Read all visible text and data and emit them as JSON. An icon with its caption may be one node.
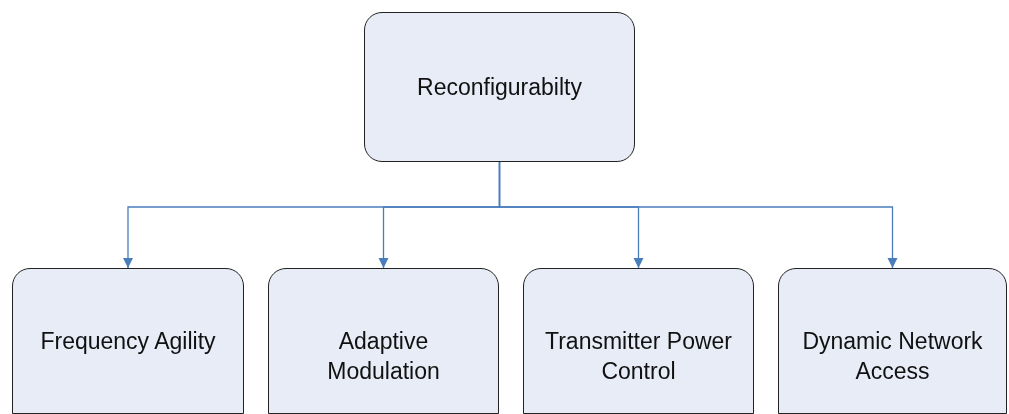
{
  "diagram": {
    "nodes": [
      {
        "text": [
          "Reconfigurabilty"
        ]
      },
      {
        "text": [
          "Frequency Agility"
        ]
      },
      {
        "text": [
          "Adaptive Modulation"
        ]
      },
      {
        "text": [
          "Transmitter Power Control"
        ]
      },
      {
        "text": [
          "Dynamic Network Access"
        ]
      }
    ],
    "edges": [
      {
        "from": 0,
        "to": 1,
        "arrow": "to"
      },
      {
        "from": 0,
        "to": 2,
        "arrow": "to"
      },
      {
        "from": 0,
        "to": 3,
        "arrow": "to"
      },
      {
        "from": 0,
        "to": 4,
        "arrow": "to"
      }
    ]
  }
}
